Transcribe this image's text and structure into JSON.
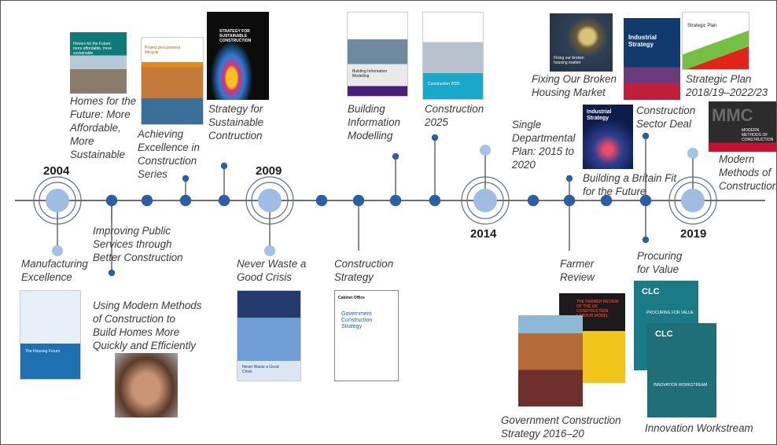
{
  "colors": {
    "line": "#6e6e6e",
    "dot": "#2a5fa8",
    "ring": "#5f6f8a",
    "disc": "#9fbde3",
    "pale": "#a4c2e8",
    "text": "#3a3a3a"
  },
  "years": [
    "2004",
    "2009",
    "2014",
    "2019"
  ],
  "labels": {
    "manufacturing_excellence": "Manufacturing\nExcellence",
    "homes_future": "Homes for the\nFuture: More\nAffordable,\nMore\nSustainable",
    "achieving_excellence": "Achieving\nExcellence in\nConstruction\nSeries",
    "strategy_sustainable": "Strategy for\nSustainable\nContruction",
    "improving_services": "Improving Public\nServices through\nBetter Construction",
    "using_mmc": "Using Modern Methods\nof Construction to\nBuild Homes More\nQuickly and Efficiently",
    "never_waste": "Never Waste a\nGood Crisis",
    "bim": "Building\nInformation\nModelling",
    "construction_2025": "Construction\n2025",
    "construction_strategy": "Construction\nStrategy",
    "single_plan": "Single\nDepartmental\nPlan: 2015 to\n2020",
    "fixing_housing": "Fixing Our Broken\nHousing Market",
    "strategic_plan": "Strategic Plan\n2018/19–2022/23",
    "sector_deal": "Construction\nSector Deal",
    "britain_fit": "Building a Britain Fit\nfor the Future",
    "modern_methods": "Modern\nMethods of\nConstruction",
    "farmer_review": "Farmer\nReview",
    "procuring_value": "Procuring\nfor Value",
    "gov_strategy_2016": "Government Construction\nStrategy 2016–20",
    "innovation_workstream": "Innovation Workstream"
  },
  "covers": {
    "homes_future": "Homes for the Future: more affordable, more sustainable",
    "achieving_excellence": "Project procurement lifecycle",
    "strategy_sustainable": "STRATEGY FOR SUSTAINABLE CONSTRUCTION",
    "bim": "Building Information Modelling",
    "construction_2025": "Construction 2025",
    "fixing_housing": "Fixing our broken housing market",
    "industrial_strategy": "Industrial Strategy",
    "strategic_plan": "Strategic Plan",
    "britain_fit": "Industrial Strategy",
    "modern_methods": "MODERN METHODS OF CONSTRUCTION",
    "mmc_letters": "MMC",
    "manufacturing_excellence": "The Housing Forum",
    "never_waste": "Never Waste a Good Crisis",
    "cabinet_office": "Cabinet Office",
    "gov_strategy": "Government Construction Strategy",
    "farmer_review": "THE FARMER REVIEW OF THE UK CONSTRUCTION LABOUR MODEL",
    "procuring": "PROCURING FOR VALUE",
    "innovation": "INNOVATION WORKSTREAM",
    "clc": "CLC"
  }
}
